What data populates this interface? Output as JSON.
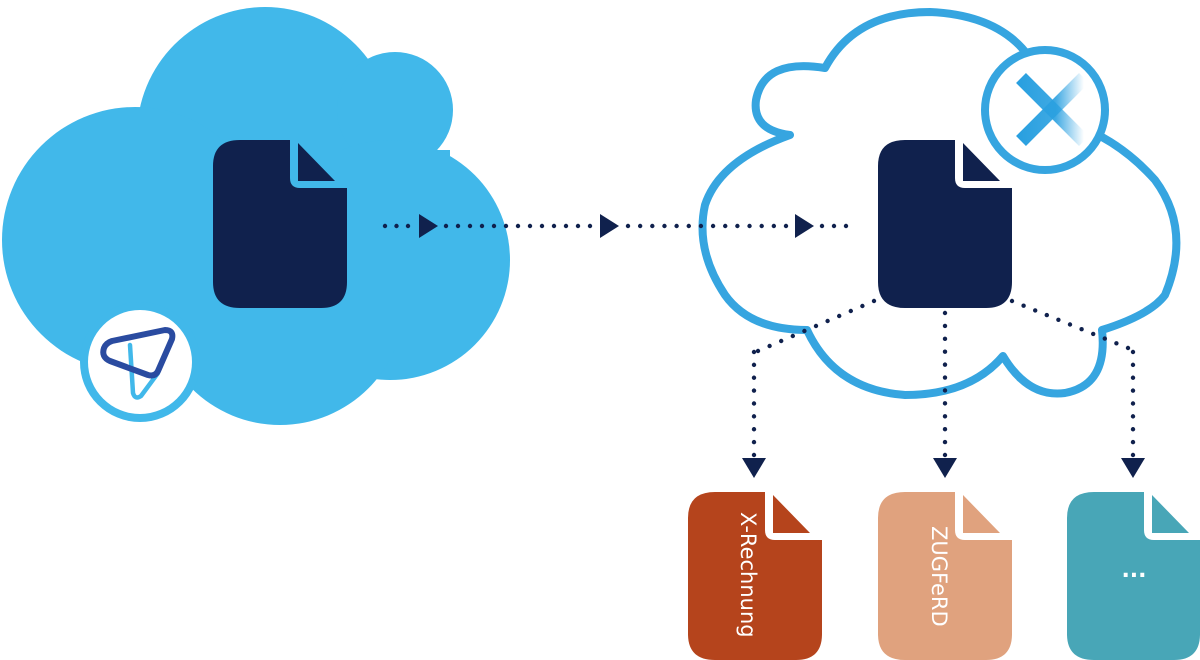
{
  "diagram": {
    "title": "E-invoice conversion flow",
    "colors": {
      "source_cloud": "#41B8EA",
      "target_cloud_outline": "#36A5E0",
      "document": "#10214D",
      "arrow": "#10214D",
      "logo_dark": "#2A4BA0",
      "logo_light": "#41B8EA",
      "x_mark": "#2AA0E0"
    },
    "source": {
      "name": "source-cloud",
      "icons": [
        "document-icon",
        "brand-logo-icon"
      ]
    },
    "target": {
      "name": "target-cloud",
      "icons": [
        "document-icon",
        "close-x-icon"
      ]
    },
    "outputs": [
      {
        "label": "X-Rechnung",
        "color": "#B5441C"
      },
      {
        "label": "ZUGFeRD",
        "color": "#E0A27E"
      },
      {
        "label": "...",
        "color": "#48A6B7"
      }
    ]
  }
}
